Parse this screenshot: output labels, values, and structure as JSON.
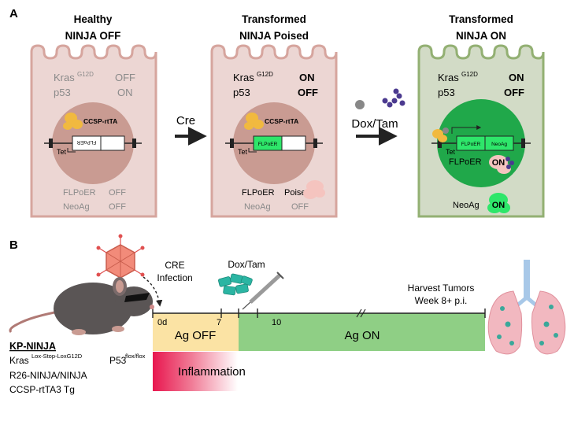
{
  "panel_a": {
    "label": "A",
    "cells": [
      {
        "title_line1": "Healthy",
        "title_line2": "NINJA OFF",
        "kras_label": "Kras",
        "kras_sup": "G12D",
        "kras_state": "OFF",
        "p53_label": "p53",
        "p53_state": "ON",
        "tf_label": "CCSP-rtTA",
        "tet_label": "Tet",
        "construct_label": "FLPoER",
        "flpoer_label": "FLPoER",
        "flpoer_state": "OFF",
        "neoag_label": "NeoAg",
        "neoag_state": "OFF"
      },
      {
        "title_line1": "Transformed",
        "title_line2": "NINJA Poised",
        "kras_label": "Kras",
        "kras_sup": "G12D",
        "kras_state": "ON",
        "p53_label": "p53",
        "p53_state": "OFF",
        "tf_label": "CCSP-rtTA",
        "tet_label": "Tet",
        "construct_label": "FLPoER",
        "flpoer_label": "FLPoER",
        "flpoer_state": "Poised",
        "neoag_label": "NeoAg",
        "neoag_state": "OFF"
      },
      {
        "title_line1": "Transformed",
        "title_line2": "NINJA ON",
        "kras_label": "Kras",
        "kras_sup": "G12D",
        "kras_state": "ON",
        "p53_label": "p53",
        "p53_state": "OFF",
        "tet_label": "Tet",
        "construct_label": "FLPoER",
        "neoag_construct_label": "NeoAg",
        "flpoer_label": "FLPoER",
        "flpoer_state": "ON",
        "neoag_label": "NeoAg",
        "neoag_state": "ON"
      }
    ],
    "arrow1_label": "Cre",
    "arrow2_label": "Dox/Tam"
  },
  "panel_b": {
    "label": "B",
    "cre_label_line1": "CRE",
    "cre_label_line2": "Infection",
    "dox_label": "Dox/Tam",
    "harvest_line1": "Harvest Tumors",
    "harvest_line2": "Week 8+ p.i.",
    "tick_labels": [
      "0d",
      "7",
      "10"
    ],
    "ag_off": "Ag OFF",
    "ag_on": "Ag ON",
    "inflammation": "Inflammation",
    "mouse_title": "KP-NINJA",
    "geno_kras": "Kras",
    "geno_kras_sup": "Lox-Stop-LoxG12D",
    "geno_p53": "P53",
    "geno_p53_sup": "flox/flox",
    "geno_line2": "R26-NINJA/NINJA",
    "geno_line3": "CCSP-rtTA3 Tg"
  },
  "colors": {
    "cell_pink": "#ecd6d3",
    "cell_border": "#d6a59e",
    "nucleus": "#c99b92",
    "cell_green": "#d2dbc6",
    "cell_green_border": "#93b073",
    "nucleus_green": "#20a84a",
    "construct_green": "#2ee66a",
    "ag_off": "#fbe3a4",
    "ag_on": "#8fcf85",
    "inflammation": "#e8174f"
  }
}
